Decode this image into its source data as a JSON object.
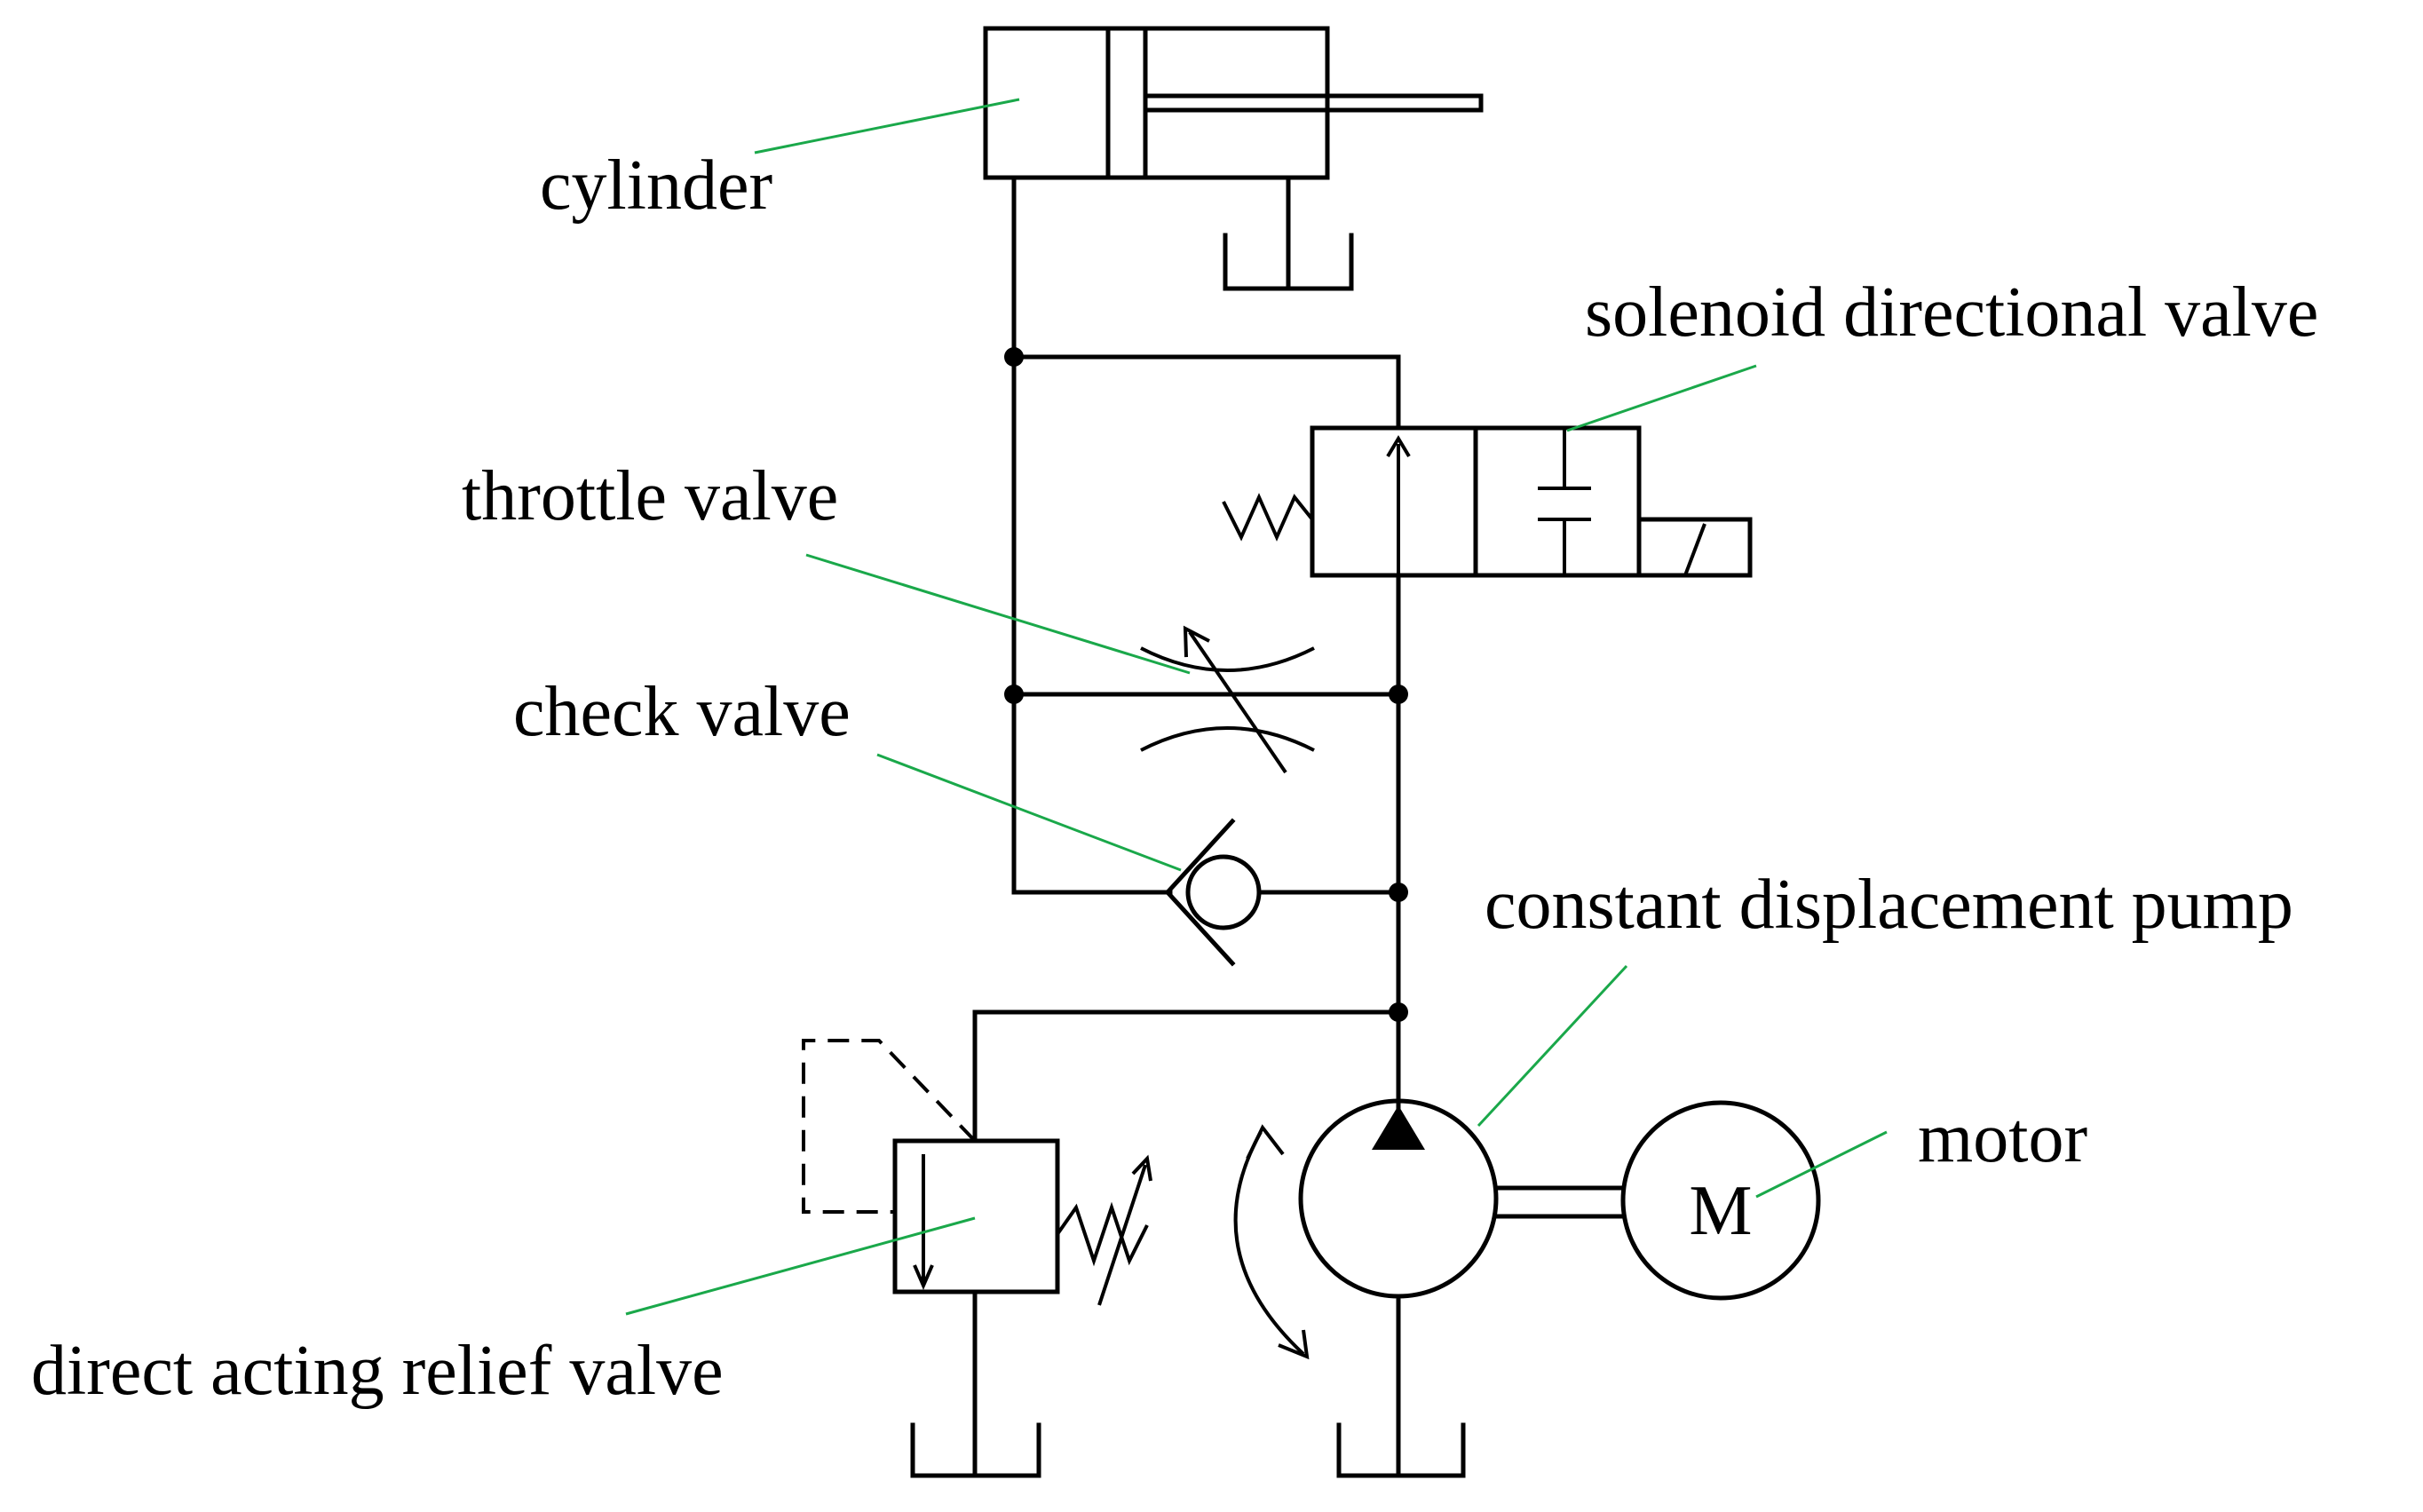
{
  "labels": {
    "cylinder": "cylinder",
    "solenoid_valve": "solenoid directional valve",
    "throttle_valve": "throttle  valve",
    "check_valve": "check  valve",
    "pump": "constant  displacement  pump",
    "motor": "motor",
    "relief_valve": "direct acting  relief valve",
    "motor_symbol": "M"
  },
  "colors": {
    "line": "#000000",
    "leader": "#1aa84a"
  }
}
